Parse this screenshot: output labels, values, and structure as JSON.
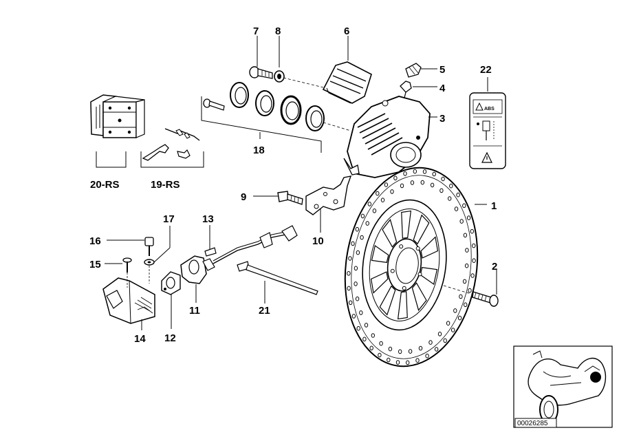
{
  "diagram": {
    "callouts": [
      {
        "id": "1",
        "label": "1"
      },
      {
        "id": "2",
        "label": "2"
      },
      {
        "id": "3",
        "label": "3"
      },
      {
        "id": "4",
        "label": "4"
      },
      {
        "id": "5",
        "label": "5"
      },
      {
        "id": "6",
        "label": "6"
      },
      {
        "id": "7",
        "label": "7"
      },
      {
        "id": "8",
        "label": "8"
      },
      {
        "id": "9",
        "label": "9"
      },
      {
        "id": "10",
        "label": "10"
      },
      {
        "id": "11",
        "label": "11"
      },
      {
        "id": "12",
        "label": "12"
      },
      {
        "id": "13",
        "label": "13"
      },
      {
        "id": "14",
        "label": "14"
      },
      {
        "id": "15",
        "label": "15"
      },
      {
        "id": "16",
        "label": "16"
      },
      {
        "id": "17",
        "label": "17"
      },
      {
        "id": "18",
        "label": "18"
      },
      {
        "id": "19rs",
        "label": "19-RS"
      },
      {
        "id": "20rs",
        "label": "20-RS"
      },
      {
        "id": "21",
        "label": "21"
      },
      {
        "id": "22",
        "label": "22"
      }
    ],
    "abs_label_text": "ABS",
    "catalog_number": "00026285"
  }
}
